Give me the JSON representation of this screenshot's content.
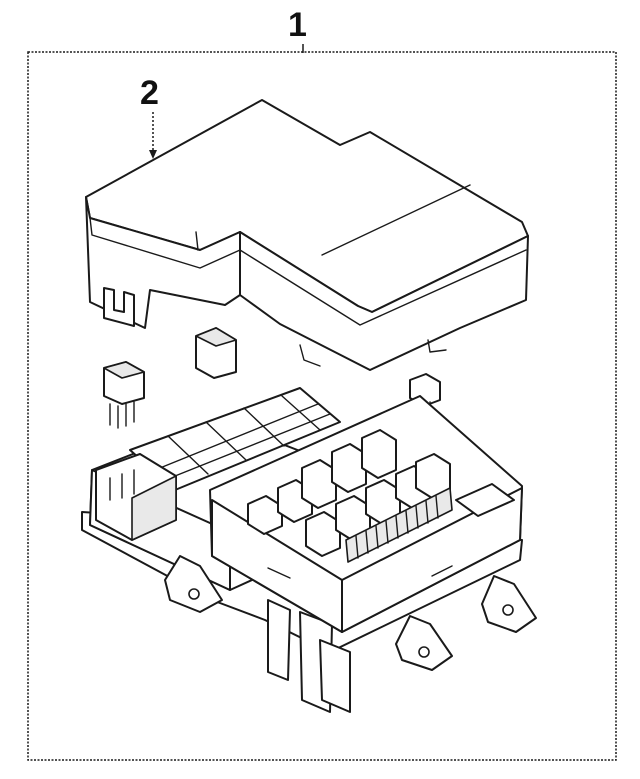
{
  "callouts": [
    {
      "id": "1",
      "label": "1"
    },
    {
      "id": "2",
      "label": "2"
    }
  ],
  "colors": {
    "line": "#1a1a1a",
    "background": "#ffffff",
    "shade": "#e9e9e9"
  }
}
